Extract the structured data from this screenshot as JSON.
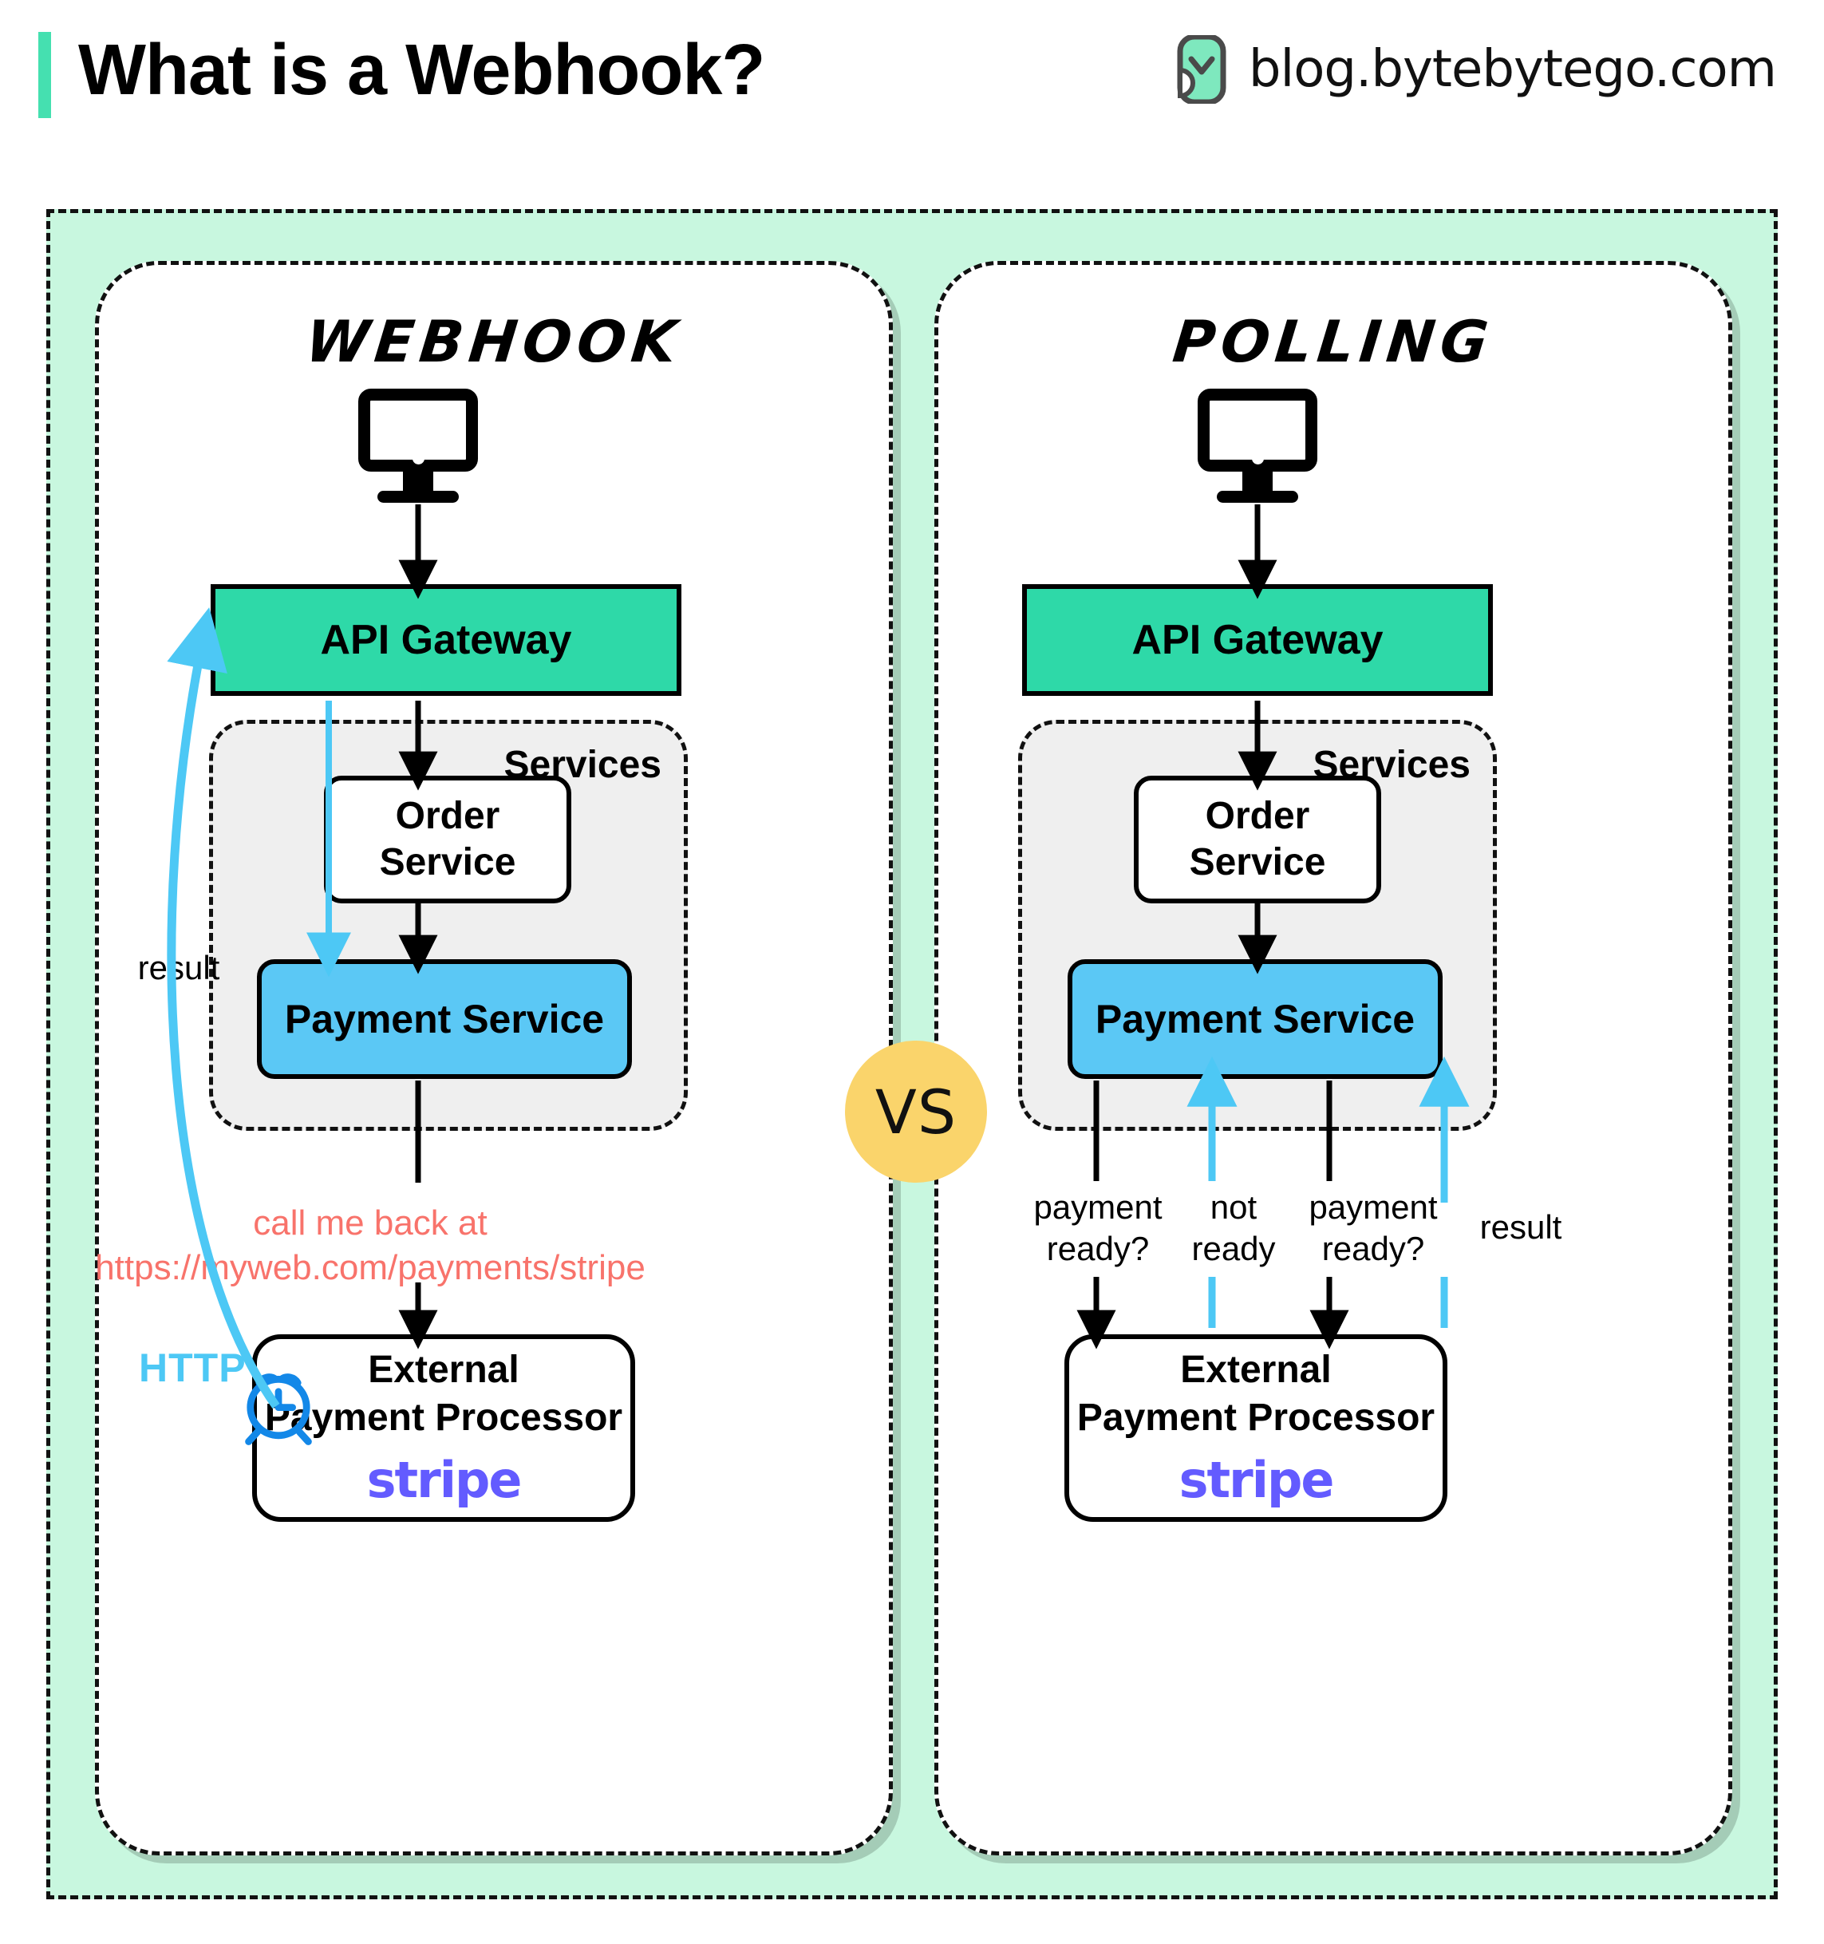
{
  "header": {
    "title": "What is a Webhook?",
    "brand_text": "blog.bytebytego.com",
    "accent_color": "#45E0B0"
  },
  "comparison": {
    "vs_label": "VS",
    "vs_color": "#FAD46B"
  },
  "panels": [
    {
      "id": "webhook",
      "title": "Webhook",
      "nodes": {
        "client_icon": "monitor-icon",
        "api_gateway": "API Gateway",
        "services_group": "Services",
        "order_service_line1": "Order",
        "order_service_line2": "Service",
        "payment_service": "Payment Service",
        "external_line1": "External",
        "external_line2": "Payment Processor",
        "external_brand": "stripe"
      },
      "labels": {
        "callback_line1": "call me back at",
        "callback_line2": "https://myweb.com/payments/stripe",
        "result": "result",
        "http": "HTTP",
        "clock_icon": "alarm-clock-icon"
      }
    },
    {
      "id": "polling",
      "title": "Polling",
      "nodes": {
        "client_icon": "monitor-icon",
        "api_gateway": "API Gateway",
        "services_group": "Services",
        "order_service_line1": "Order",
        "order_service_line2": "Service",
        "payment_service": "Payment Service",
        "external_line1": "External",
        "external_line2": "Payment Processor",
        "external_brand": "stripe"
      },
      "labels": {
        "poll1_line1": "payment",
        "poll1_line2": "ready?",
        "reply1_line1": "not",
        "reply1_line2": "ready",
        "poll2_line1": "payment",
        "poll2_line2": "ready?",
        "result": "result"
      }
    }
  ],
  "colors": {
    "frame_bg": "#C8F7DF",
    "api_gateway": "#2ED9A8",
    "payment_service": "#5BC8F5",
    "services_bg": "#EFEFEF",
    "callback_text": "#F8736B",
    "http_blue": "#4DC8F5",
    "clock_blue": "#1388E8",
    "stripe_purple": "#635BFF"
  }
}
